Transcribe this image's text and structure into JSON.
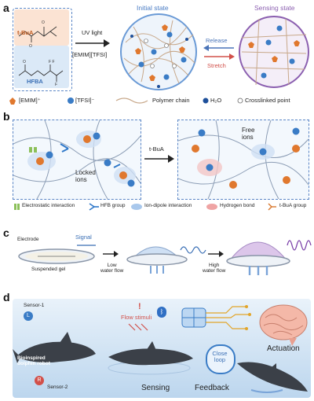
{
  "panel_a": {
    "letter": "a",
    "monomer_1": "t-BuA",
    "monomer_2": "HFBA",
    "arrow_top_label": "UV light",
    "arrow_bottom_label": "[EMIM][TFSI]",
    "initial_state_label": "Initial state",
    "sensing_state_label": "Sensing state",
    "release_label": "Release",
    "stretch_label": "Stretch",
    "legend": {
      "emim": "[EMIM]⁺",
      "tfsi": "[TFSI]⁻",
      "chain": "Polymer chain",
      "water": "H₂O",
      "crosslink": "Crosslinked point"
    },
    "colors": {
      "initial": "#5a8ed0",
      "sensing": "#8b5fb0",
      "release": "#4a74b8",
      "stretch": "#d2504a",
      "emim": "#e0782e",
      "tfsi": "#3a7cc6"
    }
  },
  "panel_b": {
    "letter": "b",
    "locked_ions_label": "Locked\nions",
    "free_ions_label": "Free\nions",
    "arrow_label": "t-BuA",
    "legend": {
      "electrostatic": "Electrostatic interaction",
      "hfb": "HFB group",
      "ion_dipole": "Ion-dipole interaction",
      "hydrogen_bond": "Hydrogen bond",
      "tbua": "t-BuA group"
    }
  },
  "panel_c": {
    "letter": "c",
    "electrode_label": "Electrode",
    "signal_label": "Signal",
    "gel_label": "Suspended gel",
    "low_flow_label": "Low\nwater flow",
    "high_flow_label": "High\nwater flow"
  },
  "panel_d": {
    "letter": "d",
    "sensor_1": "Sensor-1",
    "sensor_2": "Sensor-2",
    "sensor_1_badge": "L",
    "sensor_2_badge": "R",
    "robot_label": "Bioinspired\ndolphin robot",
    "flow_stimuli_label": "Flow stimuli",
    "close_loop_label": "Close\nloop",
    "sensing_label": "Sensing",
    "feedback_label": "Feedback",
    "actuation_label": "Actuation",
    "icons": [
      "bluetooth-icon",
      "alert-icon",
      "neural-chip-icon",
      "brain-icon"
    ]
  }
}
